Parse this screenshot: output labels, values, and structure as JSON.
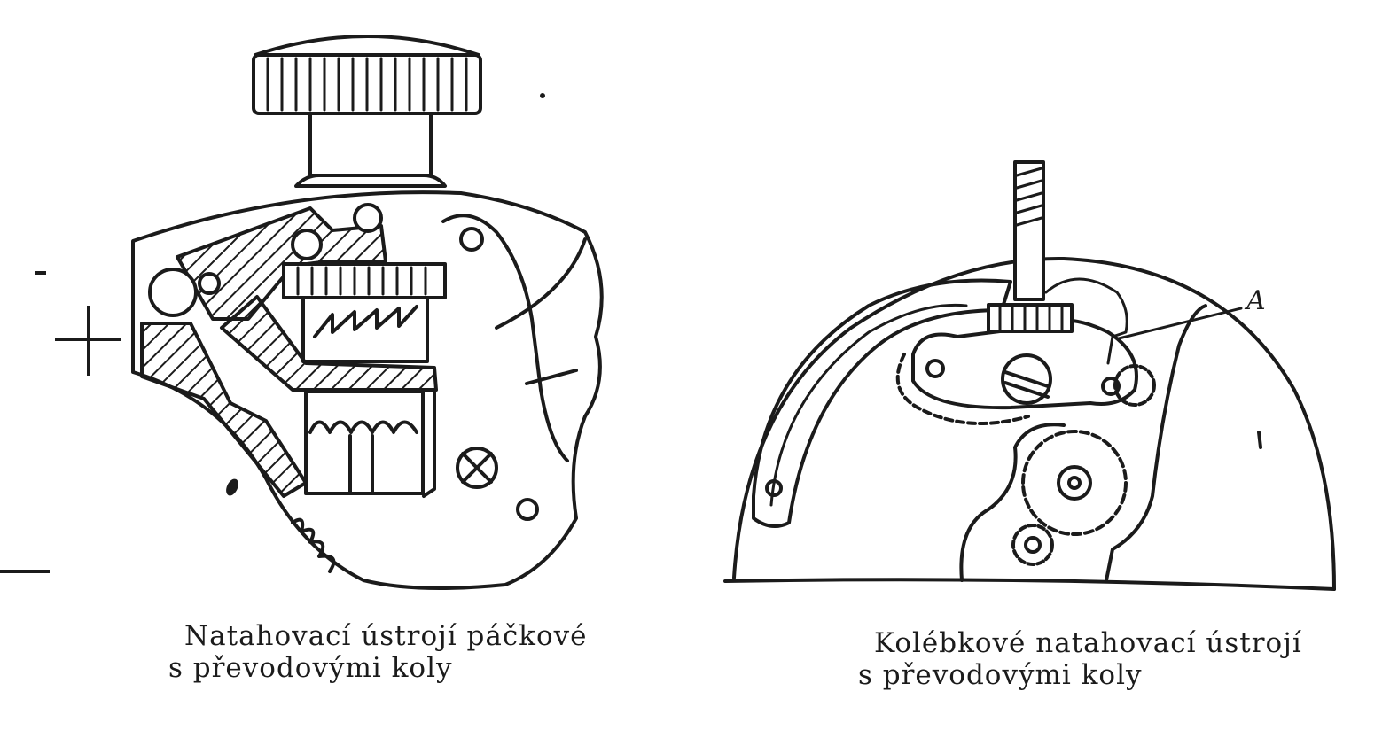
{
  "left_figure": {
    "caption_line1": "Natahovací ústrojí páčkové",
    "caption_line2": "s převodovými koly"
  },
  "right_figure": {
    "caption_line1": "Kolébkové natahovací ústrojí",
    "caption_line2": "s převodovými koly",
    "callout_label": "A"
  },
  "colors": {
    "ink": "#1b1b1b",
    "paper": "#ffffff"
  }
}
